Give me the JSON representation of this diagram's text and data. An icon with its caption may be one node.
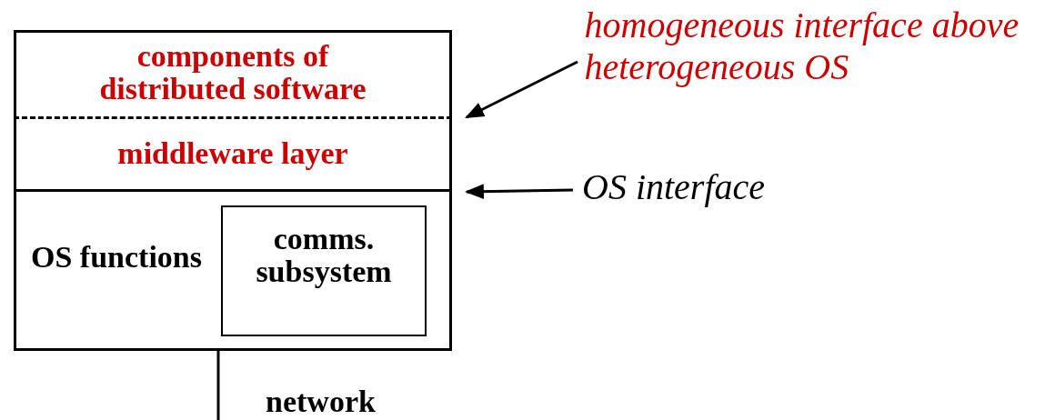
{
  "diagram": {
    "nodes": [
      {
        "text": [
          "components of distributed software"
        ]
      },
      {
        "text": [
          "middleware layer"
        ]
      },
      {
        "text": [
          "OS functions"
        ]
      },
      {
        "text": [
          "comms. subsystem"
        ],
        "in": 2
      },
      {
        "text": [
          "homogeneous interface above heterogeneous OS"
        ]
      },
      {
        "text": [
          "OS interface"
        ]
      }
    ],
    "edges": [
      {
        "from": 4,
        "to": 1,
        "arrow": "to"
      },
      {
        "from": 5,
        "to": 1,
        "arrow": "to"
      },
      {
        "from": 2,
        "to": null,
        "arrow": "none",
        "label": "network"
      }
    ]
  }
}
